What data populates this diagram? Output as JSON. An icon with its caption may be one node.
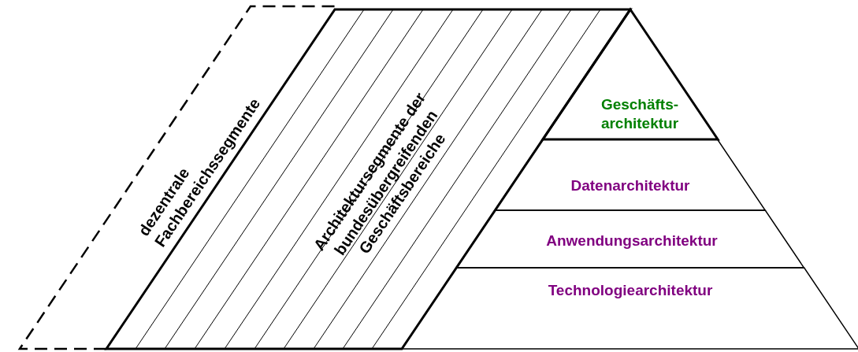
{
  "diagram": {
    "nodes": [
      {
        "text": [
          "dezentrale Fachbereichssegmente"
        ]
      },
      {
        "text": [
          "Architektursegmente der bundesübergreifenden Geschäftsbereiche"
        ]
      },
      {
        "text": [
          "Geschäfts- architektur"
        ]
      },
      {
        "text": [
          "Datenarchitektur"
        ]
      },
      {
        "text": [
          "Anwendungsarchitektur"
        ]
      },
      {
        "text": [
          "Technologiearchitektur"
        ]
      }
    ],
    "edges": []
  }
}
